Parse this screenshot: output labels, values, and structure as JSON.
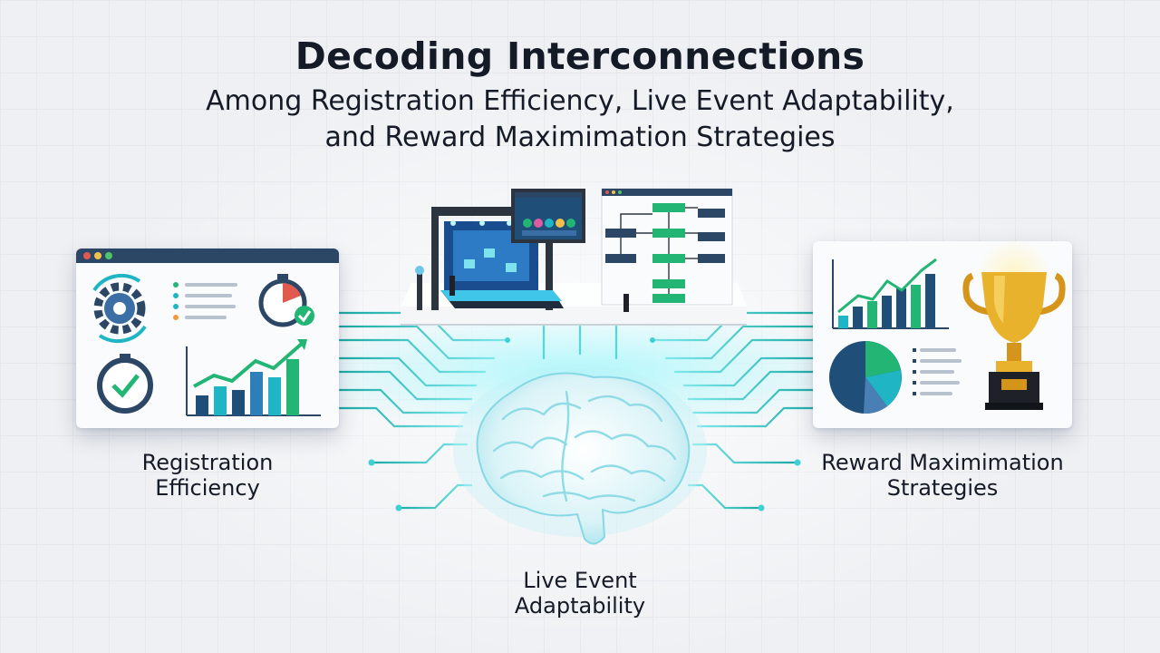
{
  "header": {
    "title": "Decoding Interconnections",
    "subtitle_line1": "Among Registration Efficiency, Live Event Adaptability,",
    "subtitle_line2": "and Reward Maximimation Strategies"
  },
  "nodes": {
    "left": {
      "line1": "Registration",
      "line2": "Efficiency",
      "icons": [
        "gear-icon",
        "stopwatch-icon",
        "checkmark-icon",
        "bar-chart-icon",
        "trend-arrow-icon"
      ]
    },
    "center": {
      "line1": "Live Event",
      "line2": "Adaptability",
      "icons": [
        "brain-icon",
        "stage-icon",
        "flowchart-icon"
      ]
    },
    "right": {
      "line1": "Reward Maximimation",
      "line2": "Strategies",
      "icons": [
        "trophy-icon",
        "pie-chart-icon",
        "bar-chart-icon"
      ]
    }
  },
  "colors": {
    "navy": "#1f4e79",
    "teal": "#1fb5c4",
    "green": "#22b573",
    "trophy_gold": "#e3a41f",
    "circuit_glow": "#35d4d6"
  }
}
